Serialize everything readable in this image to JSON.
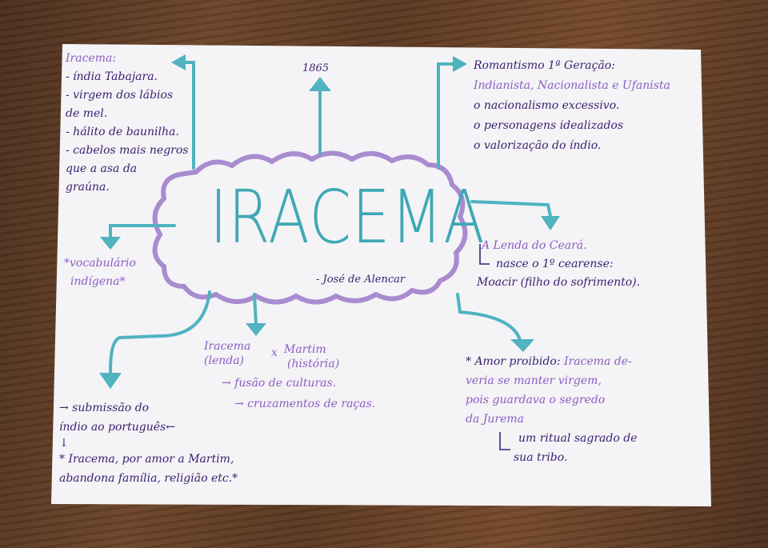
{
  "colors": {
    "ink_dark": "#3b2170",
    "ink_light": "#8b5ec2",
    "arrow": "#4fb3c0",
    "cloud": "#a98bd0",
    "paper": "#f4f3f6"
  },
  "center": {
    "title": "IRACEMA",
    "author": "- José de Alencar"
  },
  "year": "1865",
  "iracema_traits": {
    "heading": "Iracema:",
    "items": [
      "- índia Tabajara.",
      "- virgem dos lábios",
      "de mel.",
      "- hálito de baunilha.",
      "- cabelos mais negros",
      "que a asa da",
      "graúna."
    ]
  },
  "romantismo": {
    "heading": "Romantismo 1ª Geração:",
    "subtitle": "Indianista, Nacionalista e Ufanista",
    "items": [
      "o nacionalismo excessivo.",
      "o personagens idealizados",
      "o valorização do índio."
    ]
  },
  "vocabulario": [
    "*vocabulário",
    "indígena*"
  ],
  "lenda": {
    "heading": "A Lenda do Ceará.",
    "line1": "nasce o 1º cearense:",
    "line2": "Moacir (filho do sofrimento)."
  },
  "contrast": {
    "left": "Iracema",
    "left_sub": "(lenda)",
    "x": "x",
    "right": "Martim",
    "right_sub": "(história)",
    "items": [
      "→ fusão de culturas.",
      "→ cruzamentos de raças."
    ]
  },
  "submissao": {
    "line1": "→ submissão do",
    "line2": "índio ao português←",
    "down": "↓",
    "line3": "* Iracema, por amor a Martim,",
    "line4": "abandona família, religião etc.*"
  },
  "amor": {
    "heading": "* Amor proibido:",
    "text1": "Iracema de-",
    "text2": "veria se manter virgem,",
    "text3": "pois guardava o segredo",
    "text4": "da Jurema",
    "ritual1": "um ritual sagrado de",
    "ritual2": "sua tribo."
  }
}
